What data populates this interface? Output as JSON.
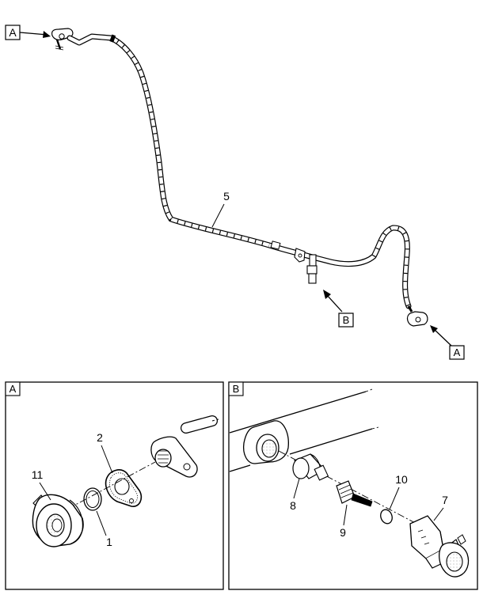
{
  "callouts": {
    "top_left": "A",
    "bottom_b": "B",
    "bottom_right": "A"
  },
  "panels": {
    "left": {
      "label": "A",
      "items": {
        "p11": "11",
        "p2": "2",
        "p1": "1"
      }
    },
    "right": {
      "label": "B",
      "items": {
        "p8": "8",
        "p9": "9",
        "p10": "10",
        "p7": "7"
      }
    }
  },
  "main": {
    "part5": "5"
  },
  "colors": {
    "line": "#000000",
    "background": "#ffffff",
    "shade": "#d9d9d9"
  }
}
